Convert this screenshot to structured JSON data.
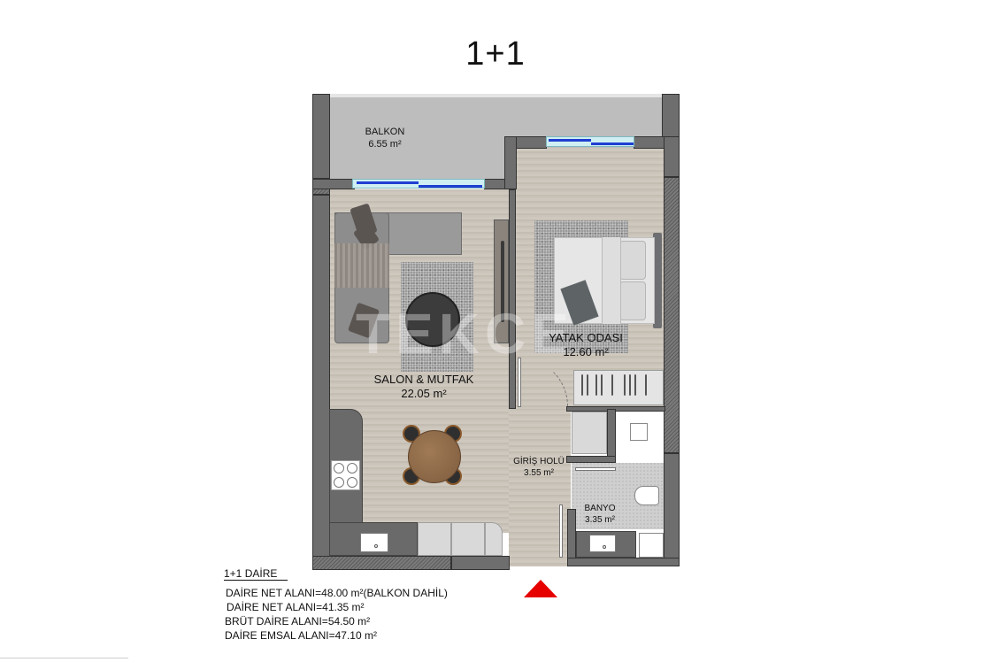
{
  "title": "1+1",
  "rooms": {
    "balkon": {
      "name": "BALKON",
      "area": "6.55 m²"
    },
    "salon": {
      "name": "SALON & MUTFAK",
      "area": "22.05  m²"
    },
    "yatak": {
      "name": "YATAK ODASI",
      "area": "12.60 m²"
    },
    "giris": {
      "name": "GİRİŞ HOLÜ",
      "area": "3.55 m²"
    },
    "banyo": {
      "name": "BANYO",
      "area": "3.35 m²"
    }
  },
  "watermark": "TEKCE",
  "legend": {
    "heading": "1+1 DAİRE",
    "lines": [
      "DAİRE NET ALANI=48.00 m²(BALKON DAHİL)",
      "DAİRE NET ALANI=41.35 m²",
      "BRÜT DAİRE ALANI=54.50 m²",
      "DAİRE EMSAL ALANI=47.10 m²"
    ]
  },
  "colors": {
    "wall": "#6e6e6e",
    "wood_floor": "#cbc4ba",
    "balcony_floor": "#bdbdbd",
    "window_glass": "#cfeff2",
    "window_frame": "#1f3fd1",
    "entrance_arrow": "#e60000"
  },
  "icons": {
    "entrance": "entrance-arrow-icon"
  }
}
